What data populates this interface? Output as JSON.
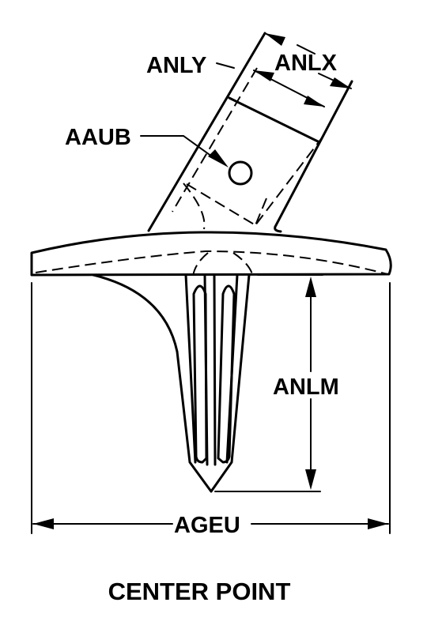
{
  "labels": {
    "anly": "ANLY",
    "anlx": "ANLX",
    "aaub": "AAUB",
    "anlm": "ANLM",
    "ageu": "AGEU"
  },
  "caption": "CENTER POINT",
  "colors": {
    "ink": "#000000",
    "background": "#ffffff"
  }
}
